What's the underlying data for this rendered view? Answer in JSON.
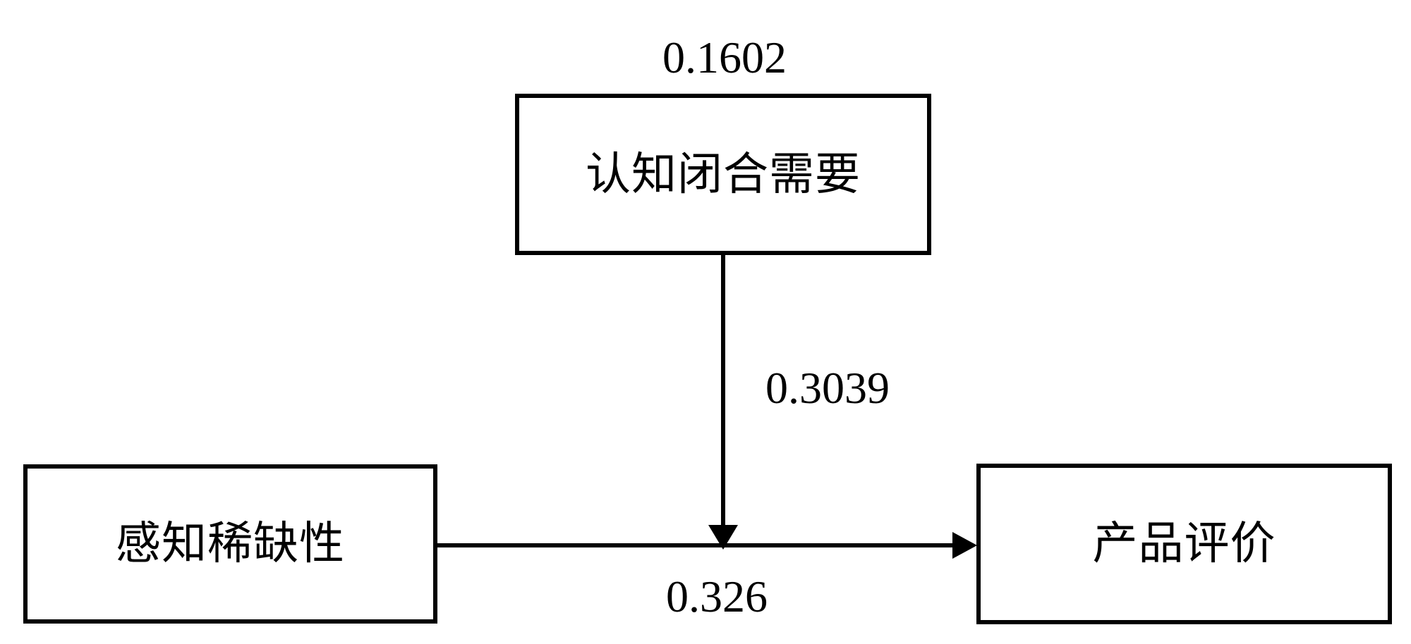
{
  "diagram": {
    "type": "moderation-path-model",
    "background_color": "#ffffff",
    "line_color": "#000000",
    "nodes": {
      "moderator": {
        "label": "认知闭合需要",
        "role": "moderator-top-box"
      },
      "independent": {
        "label": "感知稀缺性",
        "role": "independent-left-box"
      },
      "dependent": {
        "label": "产品评价",
        "role": "dependent-right-box"
      }
    },
    "coefficients": {
      "moderator_effect": "0.1602",
      "moderation_path": "0.3039",
      "direct_path": "0.326"
    },
    "edges": [
      {
        "from": "moderator",
        "to": "direct-path-midpoint",
        "value": "0.3039",
        "direction": "down"
      },
      {
        "from": "independent",
        "to": "dependent",
        "value": "0.326",
        "direction": "right"
      }
    ]
  }
}
